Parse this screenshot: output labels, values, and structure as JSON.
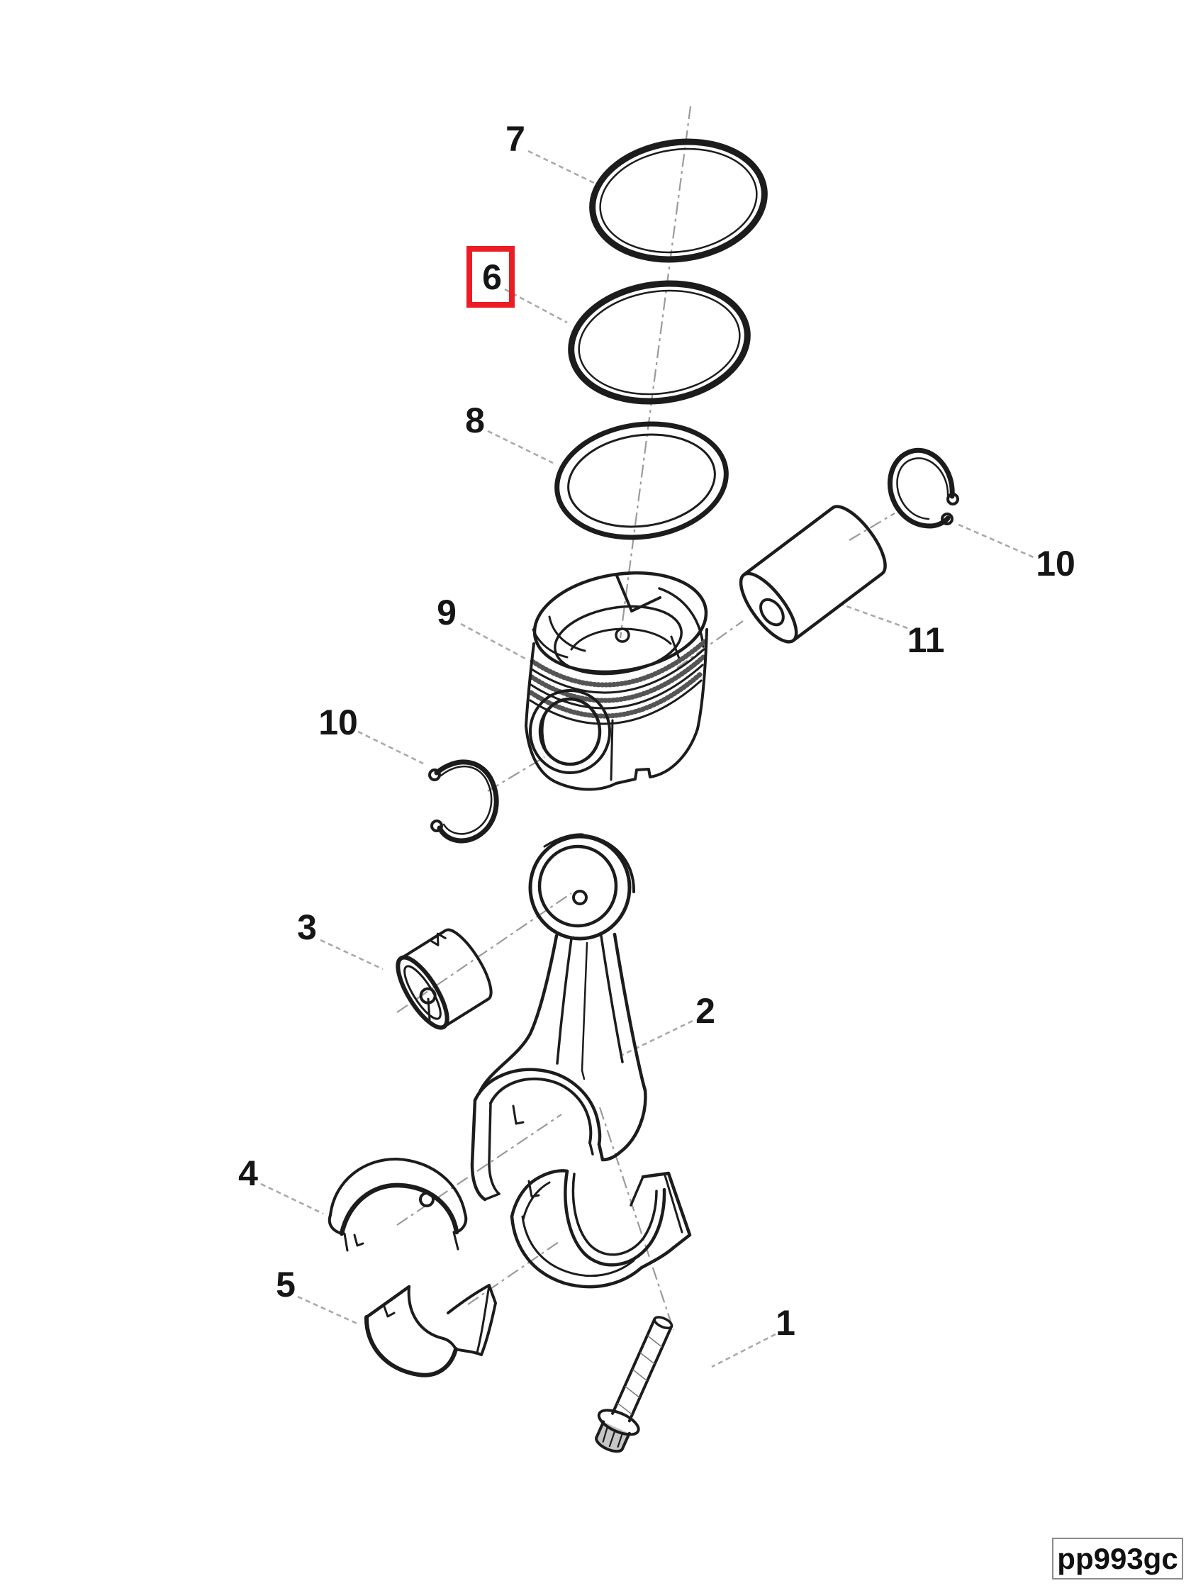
{
  "figure": {
    "kind": "exploded-parts-diagram",
    "subject": "piston-and-connecting-rod-assembly"
  },
  "colors": {
    "background": "#ffffff",
    "line": "#1c1c1c",
    "leader": "#a9a9a9",
    "centerline": "#9a9a9a",
    "highlight": "#ec1c24",
    "text": "#161616"
  },
  "callouts": {
    "c1": {
      "label": "1",
      "highlighted": false
    },
    "c2": {
      "label": "2",
      "highlighted": false
    },
    "c3": {
      "label": "3",
      "highlighted": false
    },
    "c4": {
      "label": "4",
      "highlighted": false
    },
    "c5": {
      "label": "5",
      "highlighted": false
    },
    "c6": {
      "label": "6",
      "highlighted": true
    },
    "c7": {
      "label": "7",
      "highlighted": false
    },
    "c8": {
      "label": "8",
      "highlighted": false
    },
    "c9": {
      "label": "9",
      "highlighted": false
    },
    "c10a": {
      "label": "10",
      "highlighted": false
    },
    "c10b": {
      "label": "10",
      "highlighted": false
    },
    "c11": {
      "label": "11",
      "highlighted": false
    }
  },
  "watermark": {
    "code": "pp993gc"
  }
}
